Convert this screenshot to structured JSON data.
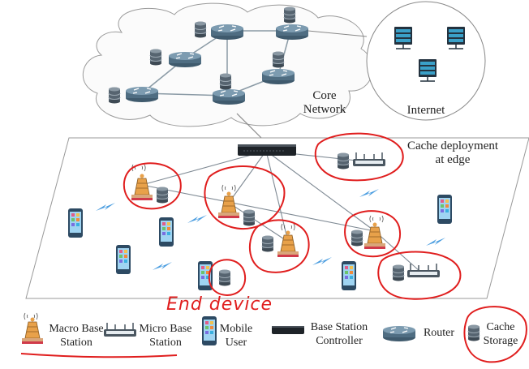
{
  "cloud": {
    "label_line1": "Core",
    "label_line2": "Network"
  },
  "internet": {
    "label": "Internet"
  },
  "edge": {
    "label_line1": "Cache deployment",
    "label_line2": "at edge"
  },
  "annotation": {
    "text": "End device",
    "color": "#e01e1e"
  },
  "legend": {
    "items": [
      {
        "icon": "macro-base-station-icon",
        "line1": "Macro Base",
        "line2": "Station"
      },
      {
        "icon": "micro-base-station-icon",
        "line1": "Micro Base",
        "line2": "Station"
      },
      {
        "icon": "mobile-user-icon",
        "line1": "Mobile",
        "line2": "User"
      },
      {
        "icon": "base-station-controller-icon",
        "line1": "Base Station",
        "line2": "Controller"
      },
      {
        "icon": "router-icon",
        "line1": "Router",
        "line2": ""
      },
      {
        "icon": "cache-storage-icon",
        "line1": "Cache",
        "line2": "Storage"
      }
    ]
  },
  "colors": {
    "router": "#5f7e93",
    "storage": "#4d5a64",
    "tower": "#e8a14a",
    "phone": "#3a6f9a",
    "wireless": "#4a9de0",
    "annotation_red": "#e01e1e"
  }
}
